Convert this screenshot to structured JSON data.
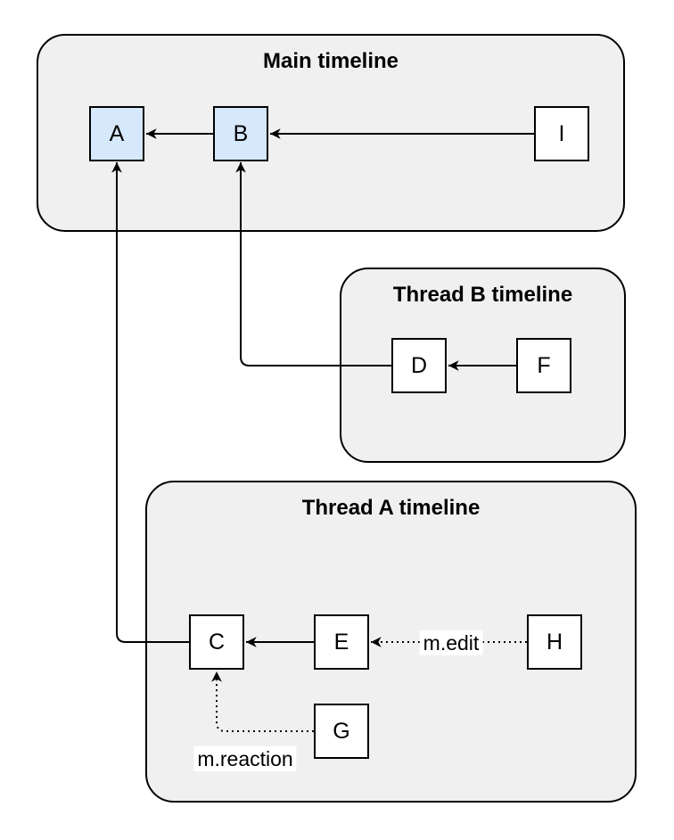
{
  "containers": {
    "main": {
      "title": "Main timeline"
    },
    "thread_b": {
      "title": "Thread B timeline"
    },
    "thread_a": {
      "title": "Thread A timeline"
    }
  },
  "nodes": {
    "A": {
      "label": "A",
      "fill": "blue"
    },
    "B": {
      "label": "B",
      "fill": "blue"
    },
    "I": {
      "label": "I",
      "fill": "white"
    },
    "D": {
      "label": "D",
      "fill": "white"
    },
    "F": {
      "label": "F",
      "fill": "white"
    },
    "C": {
      "label": "C",
      "fill": "white"
    },
    "E": {
      "label": "E",
      "fill": "white"
    },
    "H": {
      "label": "H",
      "fill": "white"
    },
    "G": {
      "label": "G",
      "fill": "white"
    }
  },
  "edges": [
    {
      "from": "B",
      "to": "A",
      "style": "solid",
      "label": ""
    },
    {
      "from": "I",
      "to": "B",
      "style": "solid",
      "label": ""
    },
    {
      "from": "F",
      "to": "D",
      "style": "solid",
      "label": ""
    },
    {
      "from": "E",
      "to": "C",
      "style": "solid",
      "label": ""
    },
    {
      "from": "D",
      "to": "B",
      "style": "solid",
      "label": ""
    },
    {
      "from": "C",
      "to": "A",
      "style": "solid",
      "label": ""
    },
    {
      "from": "H",
      "to": "E",
      "style": "dotted",
      "label": "m.edit"
    },
    {
      "from": "G",
      "to": "C",
      "style": "dotted",
      "label": "m.reaction"
    }
  ],
  "colors": {
    "container_fill": "#f0f0f0",
    "container_border": "#000000",
    "node_fill_highlight": "#d6e8fc",
    "node_fill": "#ffffff",
    "node_border": "#000000",
    "line": "#000000",
    "label_background": "#ffffff"
  }
}
